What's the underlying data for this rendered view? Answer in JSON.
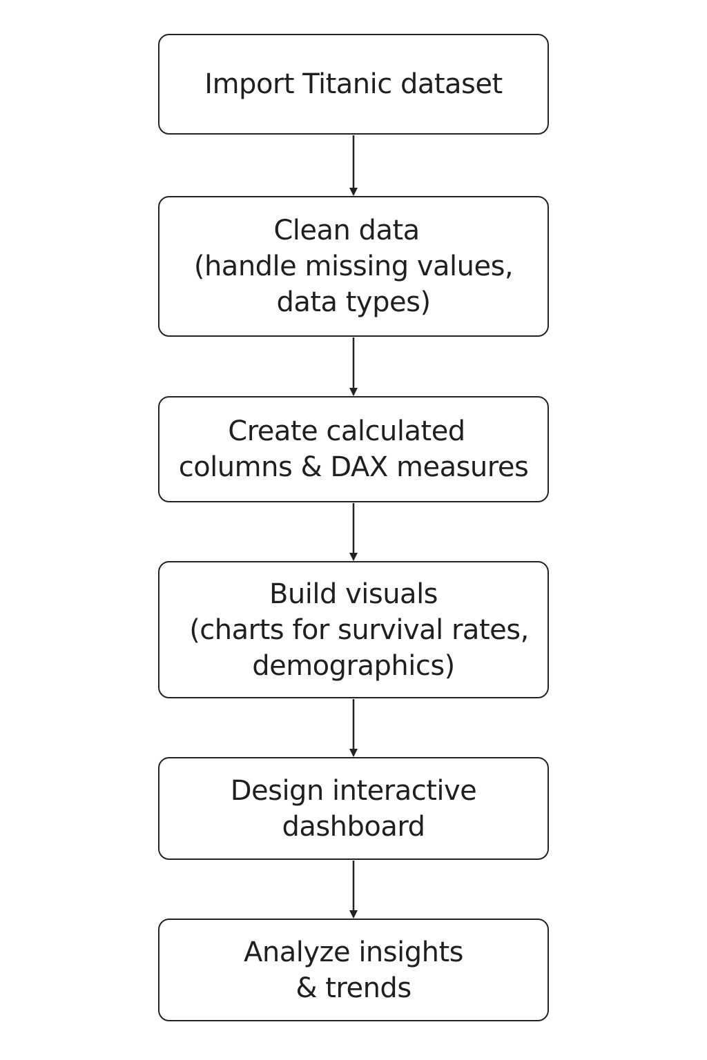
{
  "flowchart": {
    "steps": [
      {
        "id": "import",
        "lines": [
          "Import Titanic dataset"
        ]
      },
      {
        "id": "clean",
        "lines": [
          "Clean data",
          "(handle missing values,",
          "data types)"
        ]
      },
      {
        "id": "calculated",
        "lines": [
          "Create calculated",
          "columns & DAX measures"
        ]
      },
      {
        "id": "visuals",
        "lines": [
          "Build visuals",
          "(charts for survival rates,",
          "demographics)"
        ]
      },
      {
        "id": "dashboard",
        "lines": [
          "Design interactive",
          "dashboard"
        ]
      },
      {
        "id": "insights",
        "lines": [
          "Analyze insights",
          "& trends"
        ]
      }
    ],
    "colors": {
      "stroke": "#222222",
      "text": "#1f1f1f",
      "background": "#ffffff"
    }
  }
}
